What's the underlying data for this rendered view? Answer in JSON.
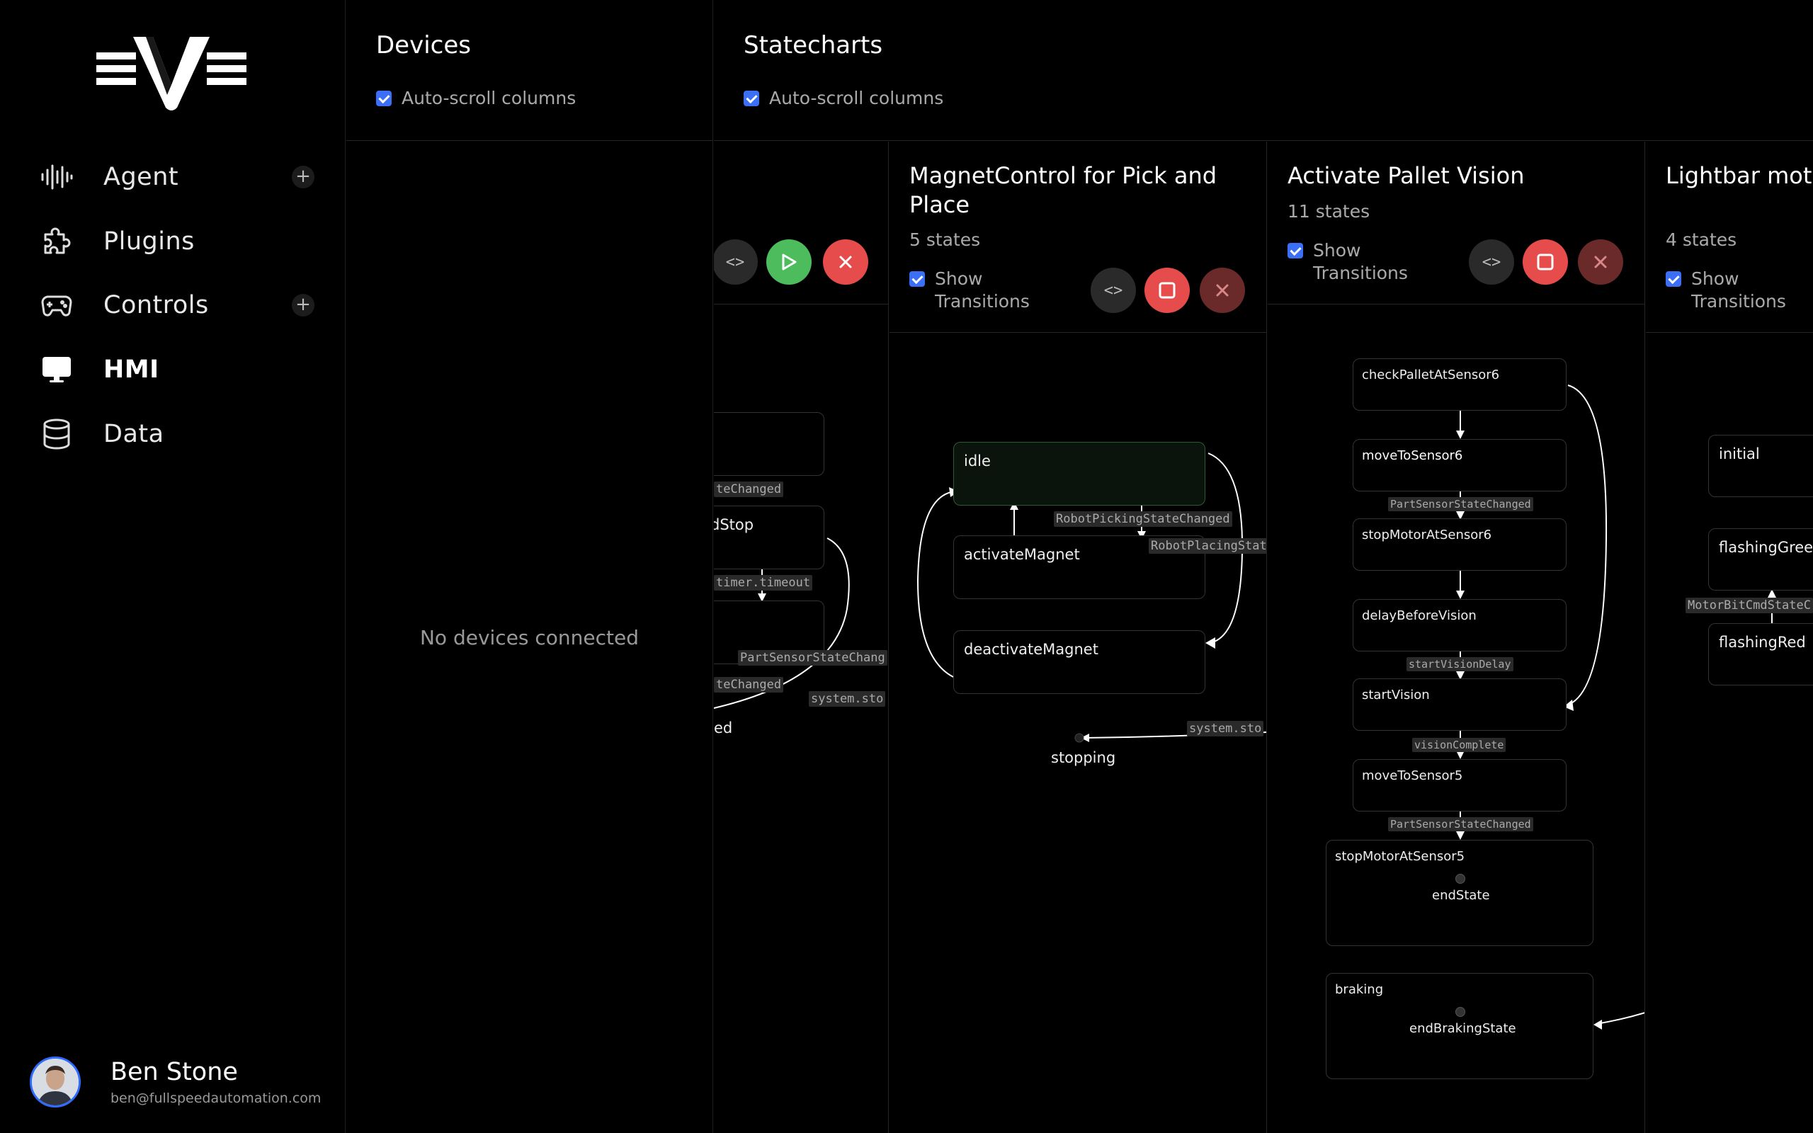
{
  "sidebar": {
    "nav": [
      {
        "label": "Agent",
        "icon": "waveform-icon",
        "has_add": true
      },
      {
        "label": "Plugins",
        "icon": "puzzle-icon",
        "has_add": false
      },
      {
        "label": "Controls",
        "icon": "gamepad-icon",
        "has_add": true
      },
      {
        "label": "HMI",
        "icon": "monitor-icon",
        "has_add": false,
        "active": true
      },
      {
        "label": "Data",
        "icon": "database-icon",
        "has_add": false
      }
    ],
    "add_symbol": "+",
    "user": {
      "name": "Ben Stone",
      "email": "ben@fullspeedautomation.com"
    }
  },
  "devices": {
    "title": "Devices",
    "autoscroll_label": "Auto-scroll columns",
    "empty_message": "No devices connected"
  },
  "statecharts": {
    "title": "Statecharts",
    "autoscroll_label": "Auto-scroll columns",
    "code_symbol": "<>",
    "columns": [
      {
        "partial": true,
        "states": [
          "dStop",
          "ed"
        ],
        "transitions": [
          "teChanged",
          "timer.timeout",
          "PartSensorStateChang",
          "teChanged",
          "system.sto"
        ]
      },
      {
        "title": "MagnetControl for Pick and Place",
        "count": "5 states",
        "show_transitions": "Show Transitions",
        "states": [
          "idle",
          "activateMagnet",
          "deactivateMagnet",
          "stopping"
        ],
        "transitions": [
          "RobotPickingStateChanged",
          "RobotPlacingStat",
          "system.sto"
        ]
      },
      {
        "title": "Activate Pallet Vision",
        "count": "11 states",
        "show_transitions": "Show Transitions",
        "states": [
          "checkPalletAtSensor6",
          "moveToSensor6",
          "stopMotorAtSensor6",
          "delayBeforeVision",
          "startVision",
          "moveToSensor5",
          "stopMotorAtSensor5",
          "endState",
          "braking",
          "endBrakingState"
        ],
        "transitions": [
          "PartSensorStateChanged",
          "startVisionDelay",
          "visionComplete",
          "PartSensorStateChanged"
        ]
      },
      {
        "title": "Lightbar moto follower",
        "count": "4 states",
        "show_transitions": "Show Transitions",
        "states": [
          "initial",
          "flashingGreen",
          "flashingRed"
        ],
        "transitions": [
          "MotorBitCmdStateC"
        ]
      }
    ]
  }
}
